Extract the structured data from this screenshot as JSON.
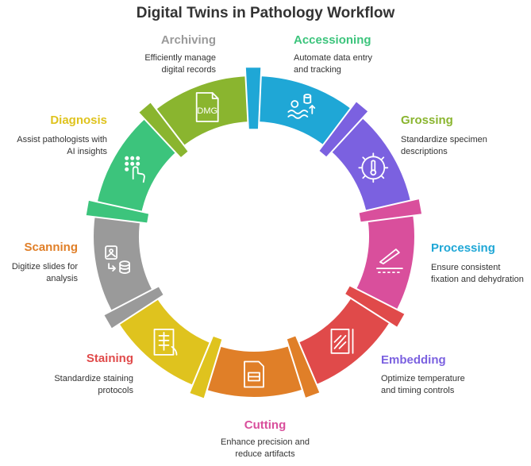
{
  "title": "Digital Twins in Pathology Workflow",
  "stages": [
    {
      "key": "accessioning",
      "title": "Accessioning",
      "desc": "Automate data entry\nand tracking",
      "color": "#3cc47c",
      "icon": "keypad-touch-icon"
    },
    {
      "key": "grossing",
      "title": "Grossing",
      "desc": "Standardize specimen\ndescriptions",
      "color": "#8ab52f",
      "icon": "dmg-file-icon",
      "icon_text": "DMG"
    },
    {
      "key": "processing",
      "title": "Processing",
      "desc": "Ensure consistent\nfixation and dehydration",
      "color": "#1fa7d6",
      "icon": "process-flow-icon"
    },
    {
      "key": "embedding",
      "title": "Embedding",
      "desc": "Optimize temperature\nand timing controls",
      "color": "#7b61e0",
      "icon": "thermometer-gear-icon"
    },
    {
      "key": "cutting",
      "title": "Cutting",
      "desc": "Enhance precision and\nreduce artifacts",
      "color": "#d94f9c",
      "icon": "knife-slice-icon"
    },
    {
      "key": "staining",
      "title": "Staining",
      "desc": "Standardize staining\nprotocols",
      "color": "#e04a4a",
      "icon": "stained-slide-icon"
    },
    {
      "key": "scanning",
      "title": "Scanning",
      "desc": "Digitize slides for\nanalysis",
      "color": "#e07f28",
      "icon": "document-scan-icon"
    },
    {
      "key": "diagnosis",
      "title": "Diagnosis",
      "desc": "Assist pathologists with\nAI insights",
      "color": "#dfc31e",
      "icon": "xray-report-icon"
    },
    {
      "key": "archiving",
      "title": "Archiving",
      "desc": "Efficiently manage\ndigital records",
      "color": "#9a9a9a",
      "icon": "image-database-icon"
    }
  ]
}
